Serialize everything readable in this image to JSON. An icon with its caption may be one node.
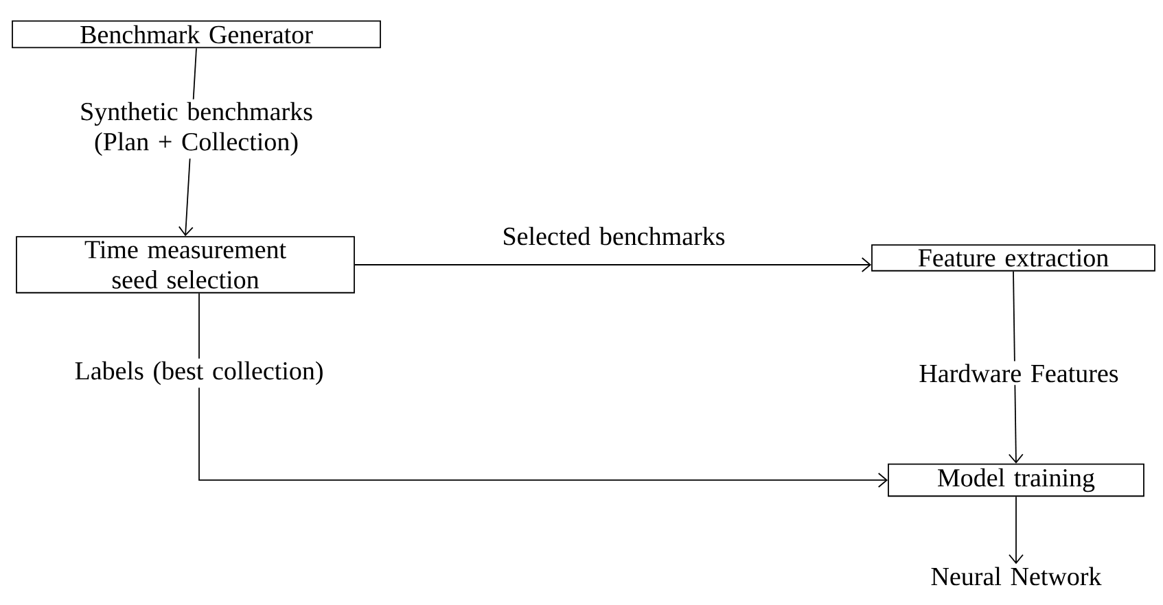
{
  "diagram": {
    "nodes": [
      {
        "text": [
          "Benchmark Generator"
        ]
      },
      {
        "text": [
          "Time measurement seed selection"
        ]
      },
      {
        "text": [
          "Feature extraction"
        ]
      },
      {
        "text": [
          "Model training"
        ]
      },
      {
        "text": [
          "Neural Network"
        ]
      }
    ],
    "edges": [
      {
        "from": 0,
        "to": 1,
        "arrow": "to",
        "label": "Synthetic benchmarks (Plan + Collection)"
      },
      {
        "from": 1,
        "to": 2,
        "arrow": "to",
        "label": "Selected benchmarks"
      },
      {
        "from": 1,
        "to": 3,
        "arrow": "to",
        "label": "Labels (best collection)"
      },
      {
        "from": 2,
        "to": 3,
        "arrow": "to",
        "label": "Hardware Features"
      },
      {
        "from": 3,
        "to": 4,
        "arrow": "to"
      }
    ]
  }
}
